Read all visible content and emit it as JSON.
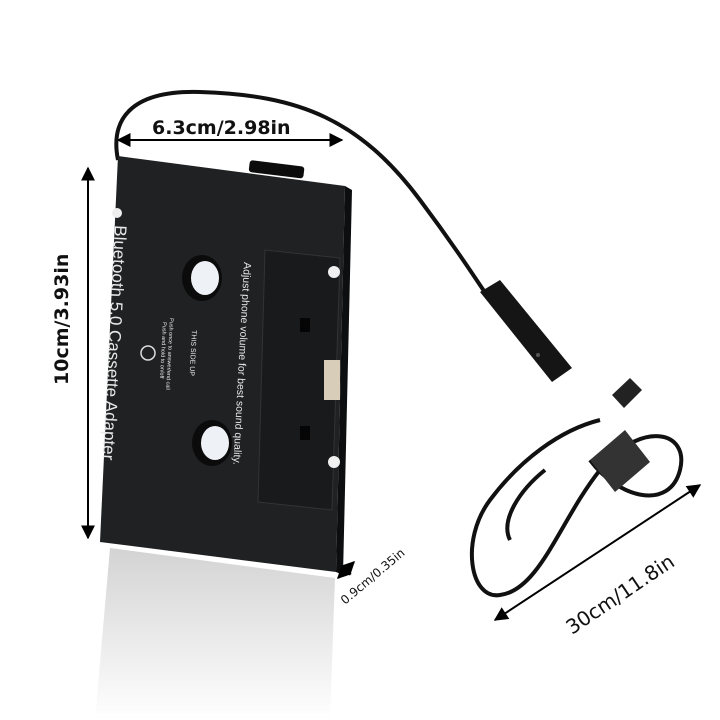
{
  "dimensions": {
    "width": "6.3cm/2.98in",
    "height": "10cm/3.93in",
    "thickness": "0.9cm/0.35in",
    "cable_length": "30cm/11.8in"
  },
  "cassette_print": {
    "title": "Bluetooth 5.0 Cassette Adapter",
    "hint": "Adjust phone volume for best sound quality.",
    "side": "THIS SIDE UP",
    "button_line1": "Push once to answer/end call",
    "button_line2": "Push and hold to on/off"
  },
  "colors": {
    "cassette": "#1f2122",
    "arrow": "#000000",
    "background": "#ffffff"
  }
}
